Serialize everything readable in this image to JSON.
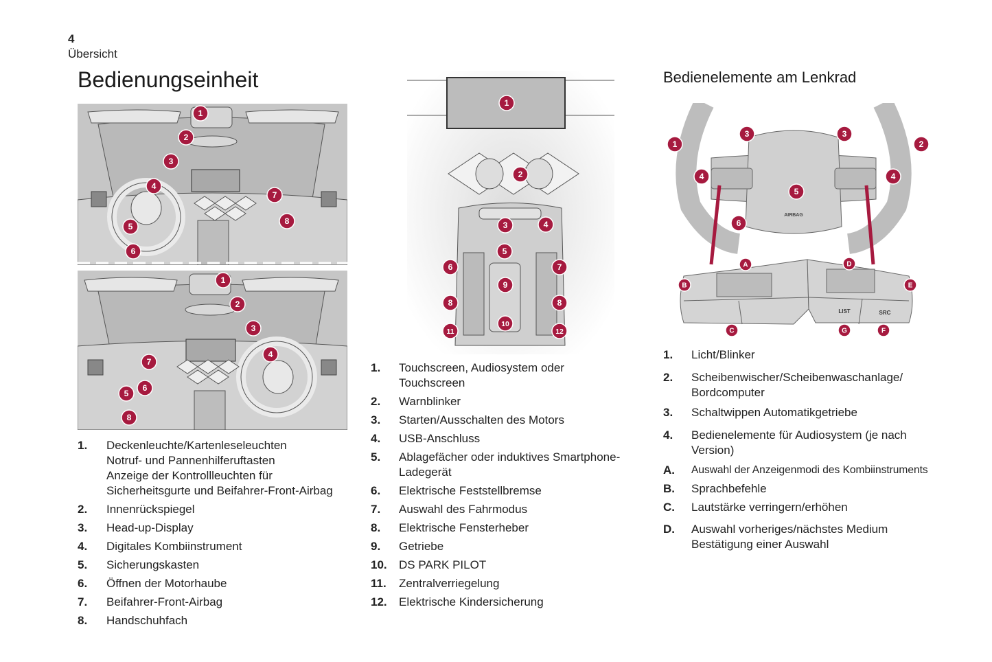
{
  "header": {
    "page_number": "4",
    "section": "Übersicht",
    "title": "Bedienungseinheit",
    "steering_title": "Bedienelemente am Lenkrad"
  },
  "colors": {
    "marker": "#a61a3f",
    "figure_bg": "#c9c9c9"
  },
  "figures": {
    "dashboard_lhd": {
      "markers": [
        "1",
        "2",
        "3",
        "4",
        "5",
        "6",
        "7",
        "8"
      ]
    },
    "dashboard_rhd": {
      "markers": [
        "1",
        "2",
        "3",
        "4",
        "5",
        "6",
        "7",
        "8"
      ]
    },
    "center_console": {
      "markers": [
        "1",
        "2",
        "3",
        "4",
        "5",
        "6",
        "7",
        "8",
        "8",
        "9",
        "10",
        "11",
        "12"
      ]
    },
    "steering_wheel": {
      "markers": [
        "1",
        "2",
        "3",
        "3",
        "4",
        "4",
        "5",
        "6"
      ],
      "airbag_label": "AIRBAG",
      "left_pad_markers": [
        "A",
        "B",
        "C"
      ],
      "right_pad_markers": [
        "D",
        "E",
        "F",
        "G"
      ],
      "button_labels": {
        "list": "LIST",
        "src": "SRC"
      }
    }
  },
  "left_list": [
    {
      "num": "1.",
      "lines": [
        "Deckenleuchte/Kartenleseleuchten",
        "Notruf- und Pannenhilferuftasten",
        "Anzeige der Kontrollleuchten für",
        "Sicherheitsgurte und Beifahrer-Front-Airbag"
      ]
    },
    {
      "num": "2.",
      "lines": [
        "Innenrückspiegel"
      ]
    },
    {
      "num": "3.",
      "lines": [
        "Head-up-Display"
      ]
    },
    {
      "num": "4.",
      "lines": [
        "Digitales Kombiinstrument"
      ]
    },
    {
      "num": "5.",
      "lines": [
        "Sicherungskasten"
      ]
    },
    {
      "num": "6.",
      "lines": [
        "Öffnen der Motorhaube"
      ]
    },
    {
      "num": "7.",
      "lines": [
        "Beifahrer-Front-Airbag"
      ]
    },
    {
      "num": "8.",
      "lines": [
        "Handschuhfach"
      ]
    }
  ],
  "middle_list": [
    {
      "num": "1.",
      "lines": [
        "Touchscreen, Audiosystem oder",
        "Touchscreen"
      ]
    },
    {
      "num": "2.",
      "lines": [
        "Warnblinker"
      ]
    },
    {
      "num": "3.",
      "lines": [
        "Starten/Ausschalten des Motors"
      ]
    },
    {
      "num": "4.",
      "lines": [
        "USB-Anschluss"
      ]
    },
    {
      "num": "5.",
      "lines": [
        "Ablagefächer oder induktives Smartphone-",
        "Ladegerät"
      ]
    },
    {
      "num": "6.",
      "lines": [
        "Elektrische Feststellbremse"
      ]
    },
    {
      "num": "7.",
      "lines": [
        "Auswahl des Fahrmodus"
      ]
    },
    {
      "num": "8.",
      "lines": [
        "Elektrische Fensterheber"
      ]
    },
    {
      "num": "9.",
      "lines": [
        "Getriebe"
      ]
    },
    {
      "num": "10.",
      "lines": [
        "DS PARK PILOT"
      ]
    },
    {
      "num": "11.",
      "lines": [
        "Zentralverriegelung"
      ]
    },
    {
      "num": "12.",
      "lines": [
        "Elektrische Kindersicherung"
      ]
    }
  ],
  "right_list": [
    {
      "num": "1.",
      "lines": [
        "Licht/Blinker"
      ]
    },
    {
      "num": "2.",
      "lines": [
        "Scheibenwischer/Scheibenwaschanlage/",
        "Bordcomputer"
      ]
    },
    {
      "num": "3.",
      "lines": [
        "Schaltwippen Automatikgetriebe"
      ]
    },
    {
      "num": "4.",
      "lines": [
        "Bedienelemente für Audiosystem (je nach",
        "Version)"
      ]
    },
    {
      "num": "A.",
      "lines": [
        "Auswahl der Anzeigenmodi des Kombiinstruments"
      ]
    },
    {
      "num": "B.",
      "lines": [
        "Sprachbefehle"
      ]
    },
    {
      "num": "C.",
      "lines": [
        "Lautstärke verringern/erhöhen"
      ]
    },
    {
      "num": "D.",
      "lines": [
        "Auswahl vorheriges/nächstes Medium",
        "Bestätigung einer Auswahl"
      ]
    }
  ]
}
